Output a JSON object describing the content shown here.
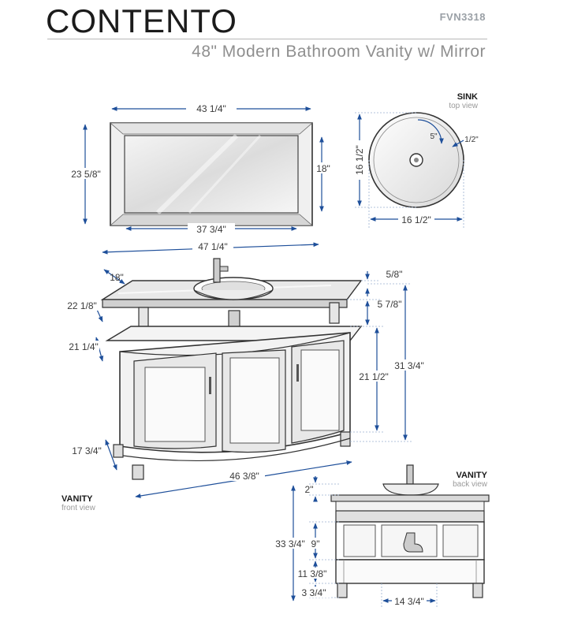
{
  "header": {
    "brand": "CONTENTO",
    "sku": "FVN3318",
    "subtitle": "48\" Modern Bathroom Vanity w/ Mirror"
  },
  "views": {
    "sink": {
      "title": "SINK",
      "subtitle": "top view"
    },
    "front": {
      "title": "VANITY",
      "subtitle": "front view"
    },
    "back": {
      "title": "VANITY",
      "subtitle": "back view"
    }
  },
  "dimensions": {
    "mirror_width": "43 1/4\"",
    "mirror_height": "23 5/8\"",
    "mirror_glass_height": "18\"",
    "mirror_glass_width": "37 3/4\"",
    "sink_depth_label": "5\"",
    "sink_drain": "1/2\"",
    "sink_diameter_v": "16 1/2\"",
    "sink_diameter_h": "16 1/2\"",
    "top_width": "47 1/4\"",
    "top_depth": "18\"",
    "glass_thickness": "5/8\"",
    "top_side_depth": "22 1/8\"",
    "shelf_gap": "5 7/8\"",
    "counter_depth": "21 1/4\"",
    "cabinet_height": "21 1/2\"",
    "total_height": "31 3/4\"",
    "base_depth": "17 3/4\"",
    "base_width": "46 3/8\"",
    "back_top": "2\"",
    "back_total": "33 3/4\"",
    "back_shelf": "9\"",
    "back_cabinet": "11 3/8\"",
    "back_leg": "3 3/4\"",
    "back_span": "14 3/4\""
  },
  "colors": {
    "dimension_line": "#1e4f9a",
    "outline": "#333333",
    "glass": "#e6e6e6",
    "cabinet": "#f2f2f2"
  }
}
